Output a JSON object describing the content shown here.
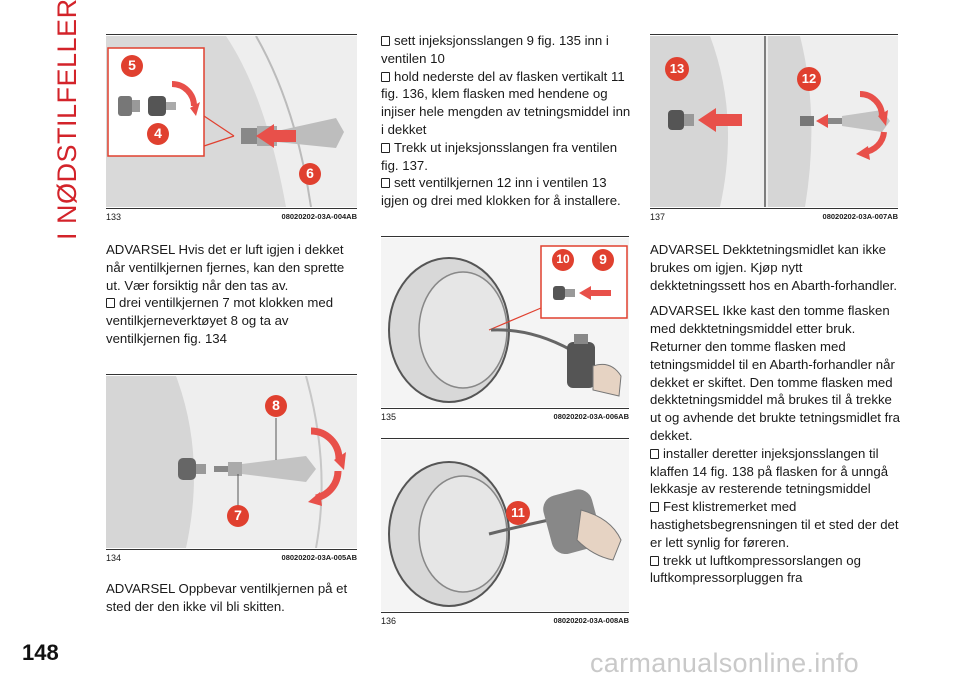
{
  "section_title": "I NØDSTILFELLER",
  "page_number": "148",
  "watermark": "carmanualsonline.info",
  "colors": {
    "accent": "#d3232a",
    "badge": "#e0402f",
    "arrow": "#e8504a"
  },
  "figures": {
    "f133": {
      "num": "133",
      "code": "08020202-03A-004AB",
      "labels": [
        "5",
        "4",
        "6"
      ]
    },
    "f134": {
      "num": "134",
      "code": "08020202-03A-005AB",
      "labels": [
        "8",
        "7"
      ]
    },
    "f135": {
      "num": "135",
      "code": "08020202-03A-006AB",
      "labels": [
        "10",
        "9"
      ]
    },
    "f136": {
      "num": "136",
      "code": "08020202-03A-008AB",
      "labels": [
        "11"
      ]
    },
    "f137": {
      "num": "137",
      "code": "08020202-03A-007AB",
      "labels": [
        "13",
        "12"
      ]
    }
  },
  "col1": {
    "warning1": "ADVARSEL Hvis det er luft igjen i dekket når ventilkjernen fjernes, kan den sprette ut. Vær forsiktig når den tas av.",
    "step1": "drei ventilkjernen 7 mot klokken med ventilkjerneverktøyet 8 og ta av ventilkjernen fig. 134",
    "warning2": "ADVARSEL Oppbevar ventilkjernen på et sted der den ikke vil bli skitten."
  },
  "col2": {
    "step1": "sett injeksjonsslangen 9 fig. 135 inn i ventilen 10",
    "step2": "hold nederste del av flasken vertikalt 11 fig. 136, klem flasken med hendene og injiser hele mengden av tetningsmiddel inn i dekket",
    "step3": "Trekk ut injeksjonsslangen fra ventilen fig. 137.",
    "step4": "sett ventilkjernen 12 inn i ventilen 13 igjen og drei med klokken for å installere."
  },
  "col3": {
    "warning1": "ADVARSEL Dekktetningsmidlet kan ikke brukes om igjen. Kjøp nytt dekktetningssett hos en Abarth-forhandler.",
    "warning2": "ADVARSEL Ikke kast den tomme flasken med dekktetningsmiddel etter bruk. Returner den tomme flasken med tetningsmiddel til en Abarth-forhandler når dekket er skiftet. Den tomme flasken med dekktetningsmiddel må brukes til å trekke ut og avhende det brukte tetningsmidlet fra dekket.",
    "step1": "installer deretter injeksjonsslangen til klaffen 14 fig. 138 på flasken for å unngå lekkasje av resterende tetningsmiddel",
    "step2": "Fest klistremerket med hastighetsbegrensningen til et sted der det er lett synlig for føreren.",
    "step3": "trekk ut luftkompressorslangen og luftkompressorpluggen fra"
  }
}
